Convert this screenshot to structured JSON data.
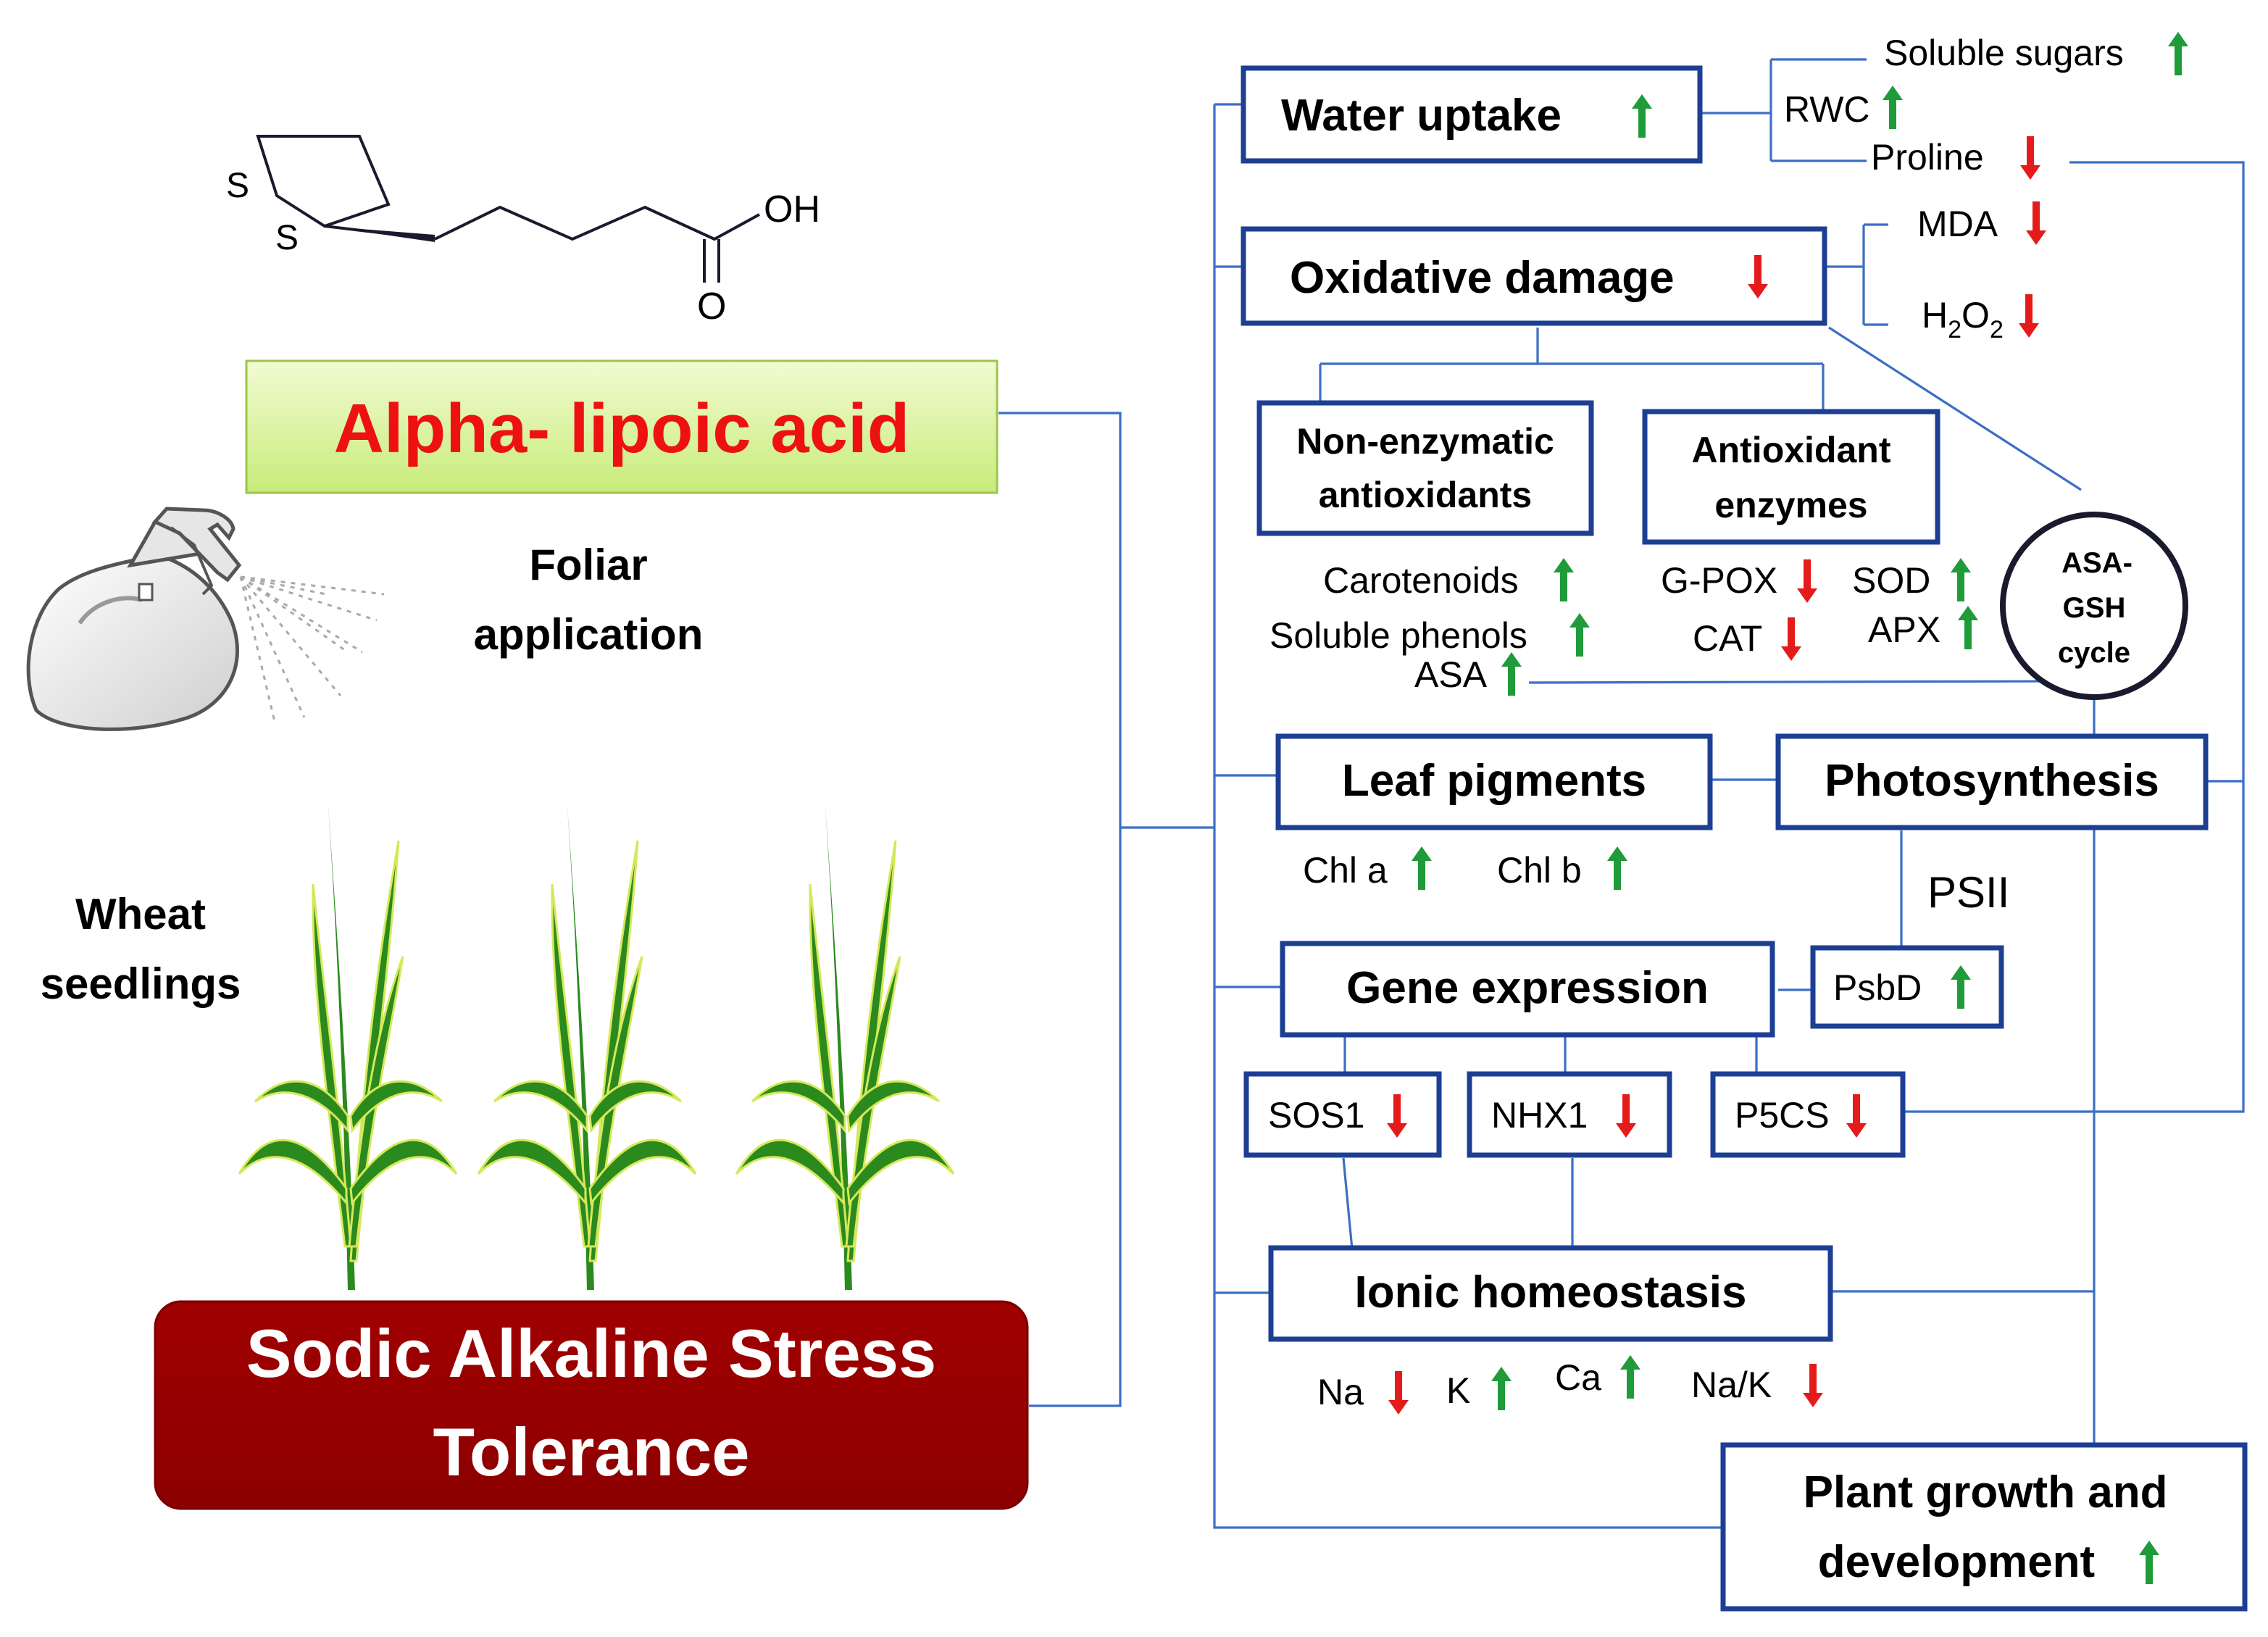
{
  "left": {
    "molecule": {
      "oh_label": "OH",
      "o_label": "O",
      "s1_label": "S",
      "s2_label": "S"
    },
    "title": "Alpha- lipoic acid",
    "foliar_line1": "Foliar",
    "foliar_line2": "application",
    "wheat_line1": "Wheat",
    "wheat_line2": "seedlings",
    "outcome_line1": "Sodic Alkaline Stress",
    "outcome_line2": "Tolerance"
  },
  "nodes": {
    "water_uptake": "Water uptake",
    "oxidative_damage": "Oxidative damage",
    "non_enzymatic_line1": "Non-enzymatic",
    "non_enzymatic_line2": "antioxidants",
    "antioxidant_line1": "Antioxidant",
    "antioxidant_line2": "enzymes",
    "asa_gsh_line1": "ASA-",
    "asa_gsh_line2": "GSH",
    "asa_gsh_line3": "cycle",
    "leaf_pigments": "Leaf pigments",
    "photosynthesis": "Photosynthesis",
    "psii": "PSII",
    "gene_expression": "Gene expression",
    "psbd": "PsbD",
    "sos1": "SOS1",
    "nhx1": "NHX1",
    "p5cs": "P5CS",
    "ionic_homeostasis": "Ionic homeostasis",
    "growth_line1": "Plant growth and",
    "growth_line2": "development"
  },
  "indicators": {
    "soluble_sugars": "Soluble sugars",
    "rwc": "RWC",
    "proline": "Proline",
    "mda": "MDA",
    "h2o2_h": "H",
    "h2o2_2a": "2",
    "h2o2_o": "O",
    "h2o2_2b": "2",
    "carotenoids": "Carotenoids",
    "soluble_phenols": "Soluble phenols",
    "asa": "ASA",
    "gpox": "G-POX",
    "sod": "SOD",
    "cat": "CAT",
    "apx": "APX",
    "chl_a": "Chl a",
    "chl_b": "Chl b",
    "na": "Na",
    "k": "K",
    "ca": "Ca",
    "na_k": "Na/K"
  },
  "colors": {
    "box_border": "#1c3f94",
    "connector": "#3b6fc4",
    "arrow_up": "#1f9b3a",
    "arrow_down": "#e51b1b",
    "title_text": "#ee1111",
    "title_fill_top": "#f1fbd2",
    "title_fill_bottom": "#c8ec7a",
    "outcome_fill": "#9b0000",
    "wheat_green": "#2a8a1e",
    "wheat_light": "#d6e85a"
  }
}
